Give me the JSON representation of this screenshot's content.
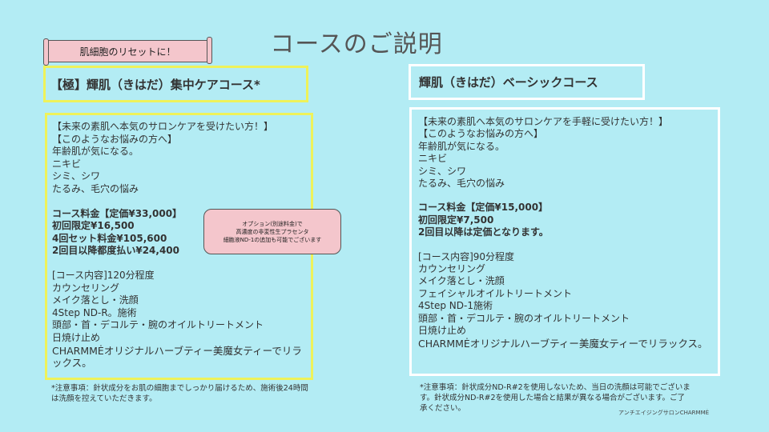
{
  "title": "コースのご説明",
  "ribbon_label": "肌細胞のリセットに！",
  "left": {
    "heading": "【極】輝肌（きはだ）集中ケアコース*",
    "lines": [
      "【未来の素肌へ本気のサロンケアを受けたい方！】",
      "【このようなお悩みの方へ】",
      "年齢肌が気になる。",
      "ニキビ",
      "シミ、シワ",
      "たるみ、毛穴の悩み"
    ],
    "price_lines": [
      "コース料金【定価¥33,000】",
      "初回限定¥16,500",
      "4回セット料金¥105,600",
      "2回目以降都度払い¥24,400"
    ],
    "content_lines": [
      "[コース内容]120分程度",
      "カウンセリング",
      "メイク落とし・洗顔",
      "4Step ND-R。施術",
      "頭部・首・デコルテ・腕のオイルトリートメント",
      "日焼け止め"
    ],
    "tea_line": "CHARMMĖオリジナルハーブティー美魔女ティーでリラックス。",
    "note": "*注意事項：針状成分をお肌の細胞までしっかり届けるため、施術後24時間は洗顔を控えていただきます。"
  },
  "option": {
    "line1": "オプション(別途料金)で",
    "line2": "高濃度の非変性生プラセンタ",
    "line3": "細胞液ND-1の追加も可能でございます"
  },
  "right": {
    "heading": "輝肌（きはだ）ベーシックコース",
    "lines": [
      "【未来の素肌へ本気のサロンケアを手軽に受けたい方！】",
      "【このようなお悩みの方へ】",
      "年齢肌が気になる。",
      "ニキビ",
      "シミ、シワ",
      "たるみ、毛穴の悩み"
    ],
    "price_lines": [
      "コース料金【定価¥15,000】",
      "初回限定¥7,500",
      "2回目以降は定価となります。"
    ],
    "content_lines": [
      "[コース内容]90分程度",
      "カウンセリング",
      "メイク落とし・洗顔",
      "フェイシャルオイルトリートメント",
      "4Step ND-1施術",
      "頭部・首・デコルテ・腕のオイルトリートメント",
      "日焼け止め"
    ],
    "tea_line": "CHARMMĖオリジナルハーブティー美魔女ティーでリラックス。",
    "note": "*注意事項：針状成分ND-R#2を使用しないため、当日の洗顔は可能でございます。針状成分ND-R#2を使用した場合と結果が異なる場合がございます。ご了承ください。"
  },
  "salon_name": "アンチエイジングサロンCHARMMĖ"
}
